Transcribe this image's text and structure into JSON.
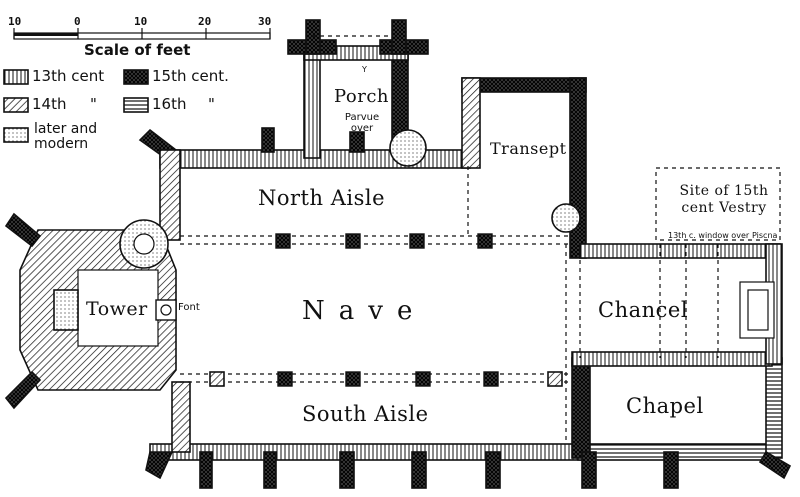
{
  "scale": {
    "title": "Scale of feet",
    "ticks": [
      "10",
      "0",
      "10",
      "20",
      "30"
    ]
  },
  "legend": {
    "items": [
      {
        "label": "13th cent",
        "pattern": "vertical-hatch"
      },
      {
        "label": "15th cent.",
        "pattern": "dark-crosshatch"
      },
      {
        "label": "14th",
        "pattern": "diagonal-hatch"
      },
      {
        "label": "16th",
        "pattern": "horizontal-hatch"
      },
      {
        "label": "later and modern",
        "pattern": "stipple"
      }
    ],
    "ditto_mark": "\""
  },
  "rooms": {
    "porch": "Porch",
    "porch_note": "Parvue over",
    "porch_y": "Y",
    "transept": "Transept",
    "north_aisle": "North Aisle",
    "nave": "Nave",
    "south_aisle": "South Aisle",
    "tower": "Tower",
    "font": "Font",
    "chancel": "Chancel",
    "chapel": "Chapel",
    "vestry_site": "Site of 15th cent Vestry",
    "window_note": "13th c. window over",
    "piscina": "Piscna"
  }
}
